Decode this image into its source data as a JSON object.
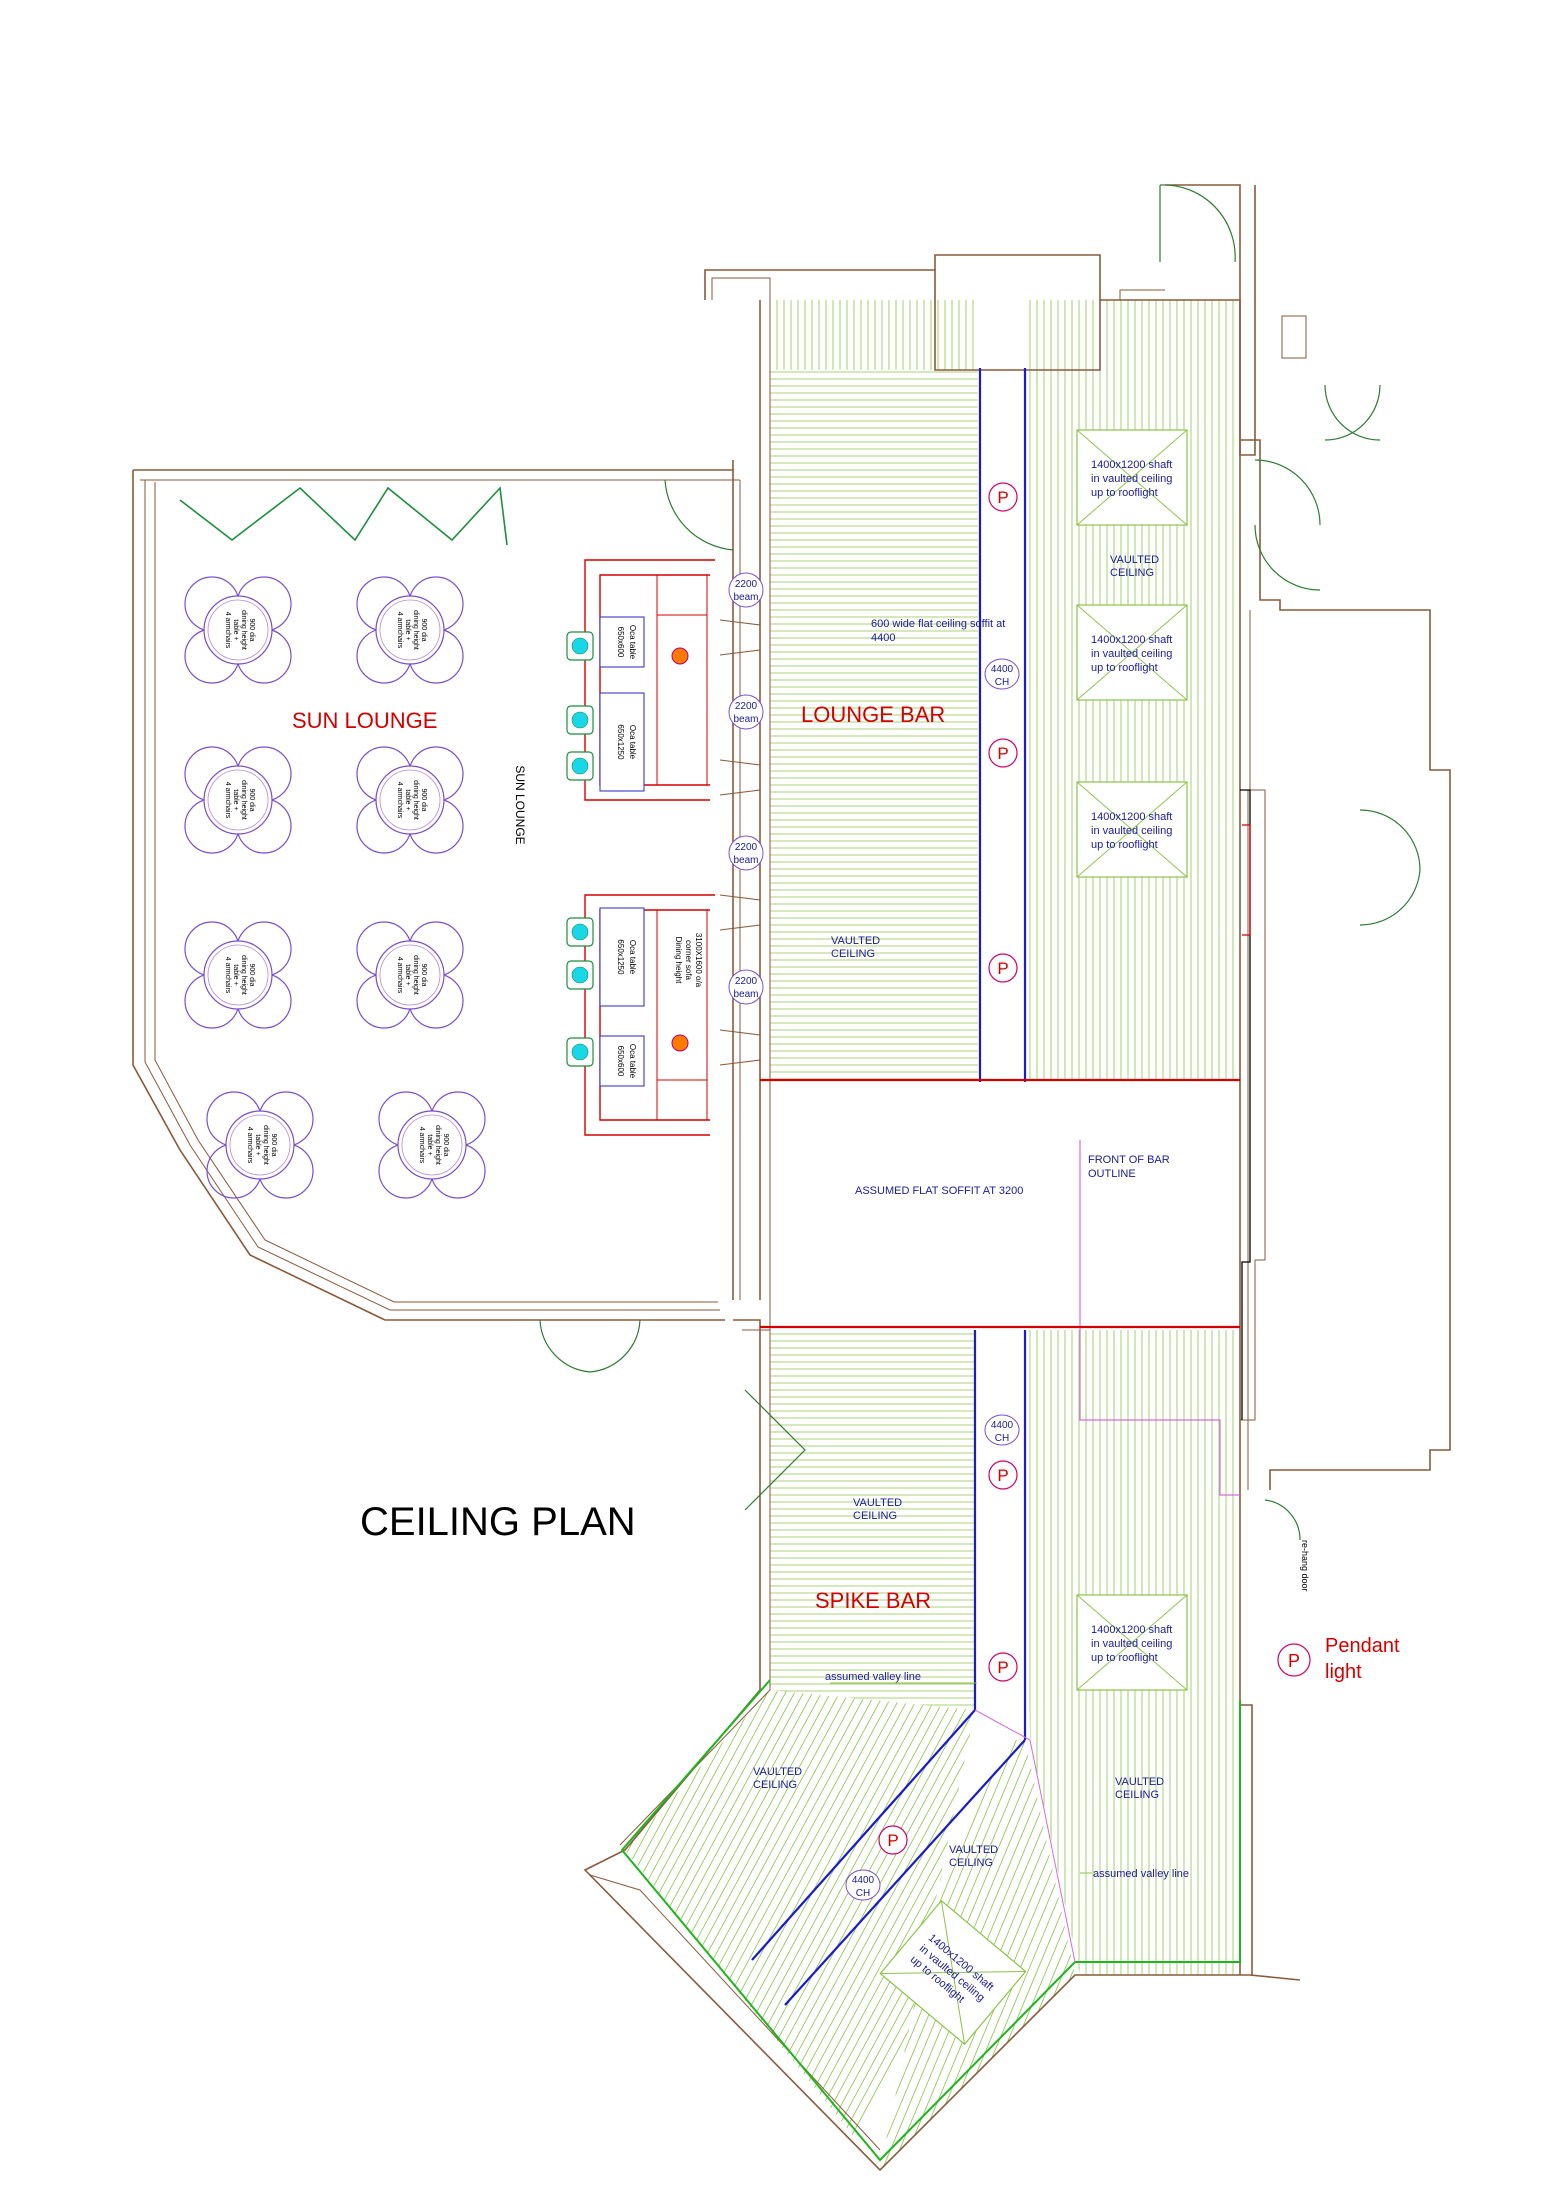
{
  "title": "CEILING PLAN",
  "rooms": {
    "sun_lounge": "SUN LOUNGE",
    "sun_lounge_vertical": "SUN LOUNGE",
    "lounge_bar": "LOUNGE BAR",
    "spike_bar": "SPIKE BAR"
  },
  "notes": {
    "soffit_600": "600 wide flat ceiling soffit at",
    "soffit_600_b": "4400",
    "flat_soffit_3200": "ASSUMED FLAT SOFFIT AT 3200",
    "front_of_bar_1": "FRONT OF BAR",
    "front_of_bar_2": "OUTLINE",
    "vaulted_1": "VAULTED",
    "vaulted_2": "CEILING",
    "valley_line": "assumed valley line",
    "shaft_1": "1400x1200 shaft",
    "shaft_2": "in vaulted ceiling",
    "shaft_3": "up to rooflight",
    "ch_1": "4400",
    "ch_2": "CH",
    "beam_1": "2200",
    "beam_2": "beam",
    "re_hang_door": "re-hang door"
  },
  "furniture": {
    "dining_table_1": "900 dia",
    "dining_table_2": "dining height",
    "dining_table_3": "table +",
    "dining_table_4": "4 armchairs",
    "oca_small_1": "650x600",
    "oca_small_2": "Oca table",
    "oca_large_1": "650x1250",
    "oca_large_2": "Oca table",
    "corner_sofa_1": "Dining height",
    "corner_sofa_2": "corner sofa",
    "corner_sofa_3": "3100X1600 o/a"
  },
  "legend": {
    "symbol": "P",
    "label_1": "Pendant",
    "label_2": "light"
  },
  "colors": {
    "room_label": "#d40000",
    "annotation": "#1a1aa0",
    "vault_hatch": "#8bc34a",
    "beam_line": "#d40000",
    "soffit_line": "#1a1ad0",
    "furniture": "#7b4ecf",
    "pendant_circle": "#d4006a",
    "walls": "#8a5a3a"
  }
}
